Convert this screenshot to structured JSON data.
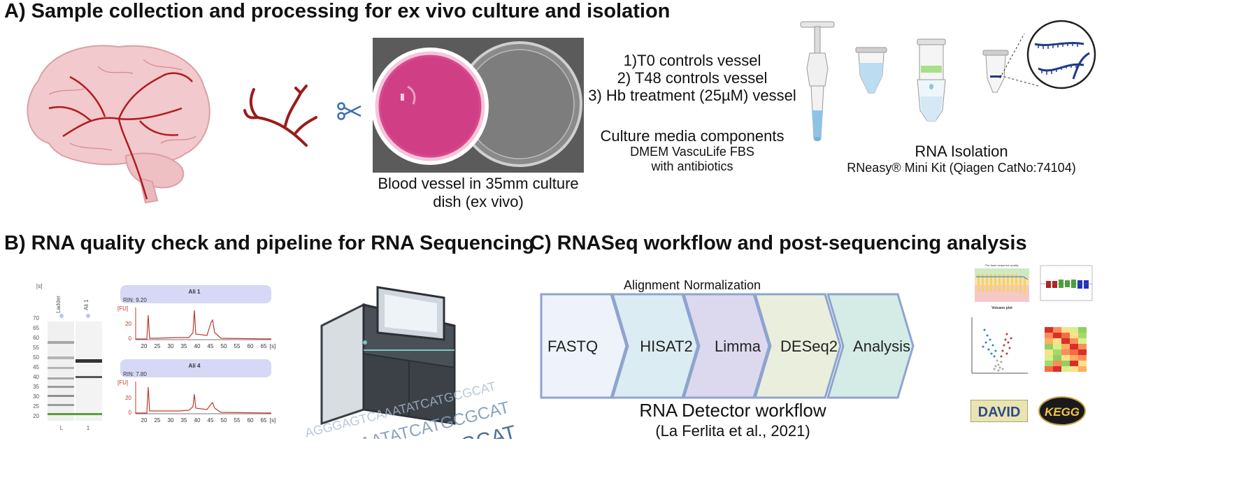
{
  "sections": {
    "a_title": "A) Sample collection and processing for ex vivo culture and isolation",
    "b_title": "B) RNA quality check and pipeline for RNA Sequencing",
    "c_title": "C) RNASeq workflow and post-sequencing analysis"
  },
  "panel_a": {
    "dish_caption_line1": "Blood vessel in 35mm culture",
    "dish_caption_line2": "dish (ex vivo)",
    "conditions": [
      "1)T0 controls vessel",
      "2) T48 controls vessel",
      "3) Hb treatment (25µM) vessel"
    ],
    "media_title": "Culture media components",
    "media_line1": "DMEM  VascuLife FBS",
    "media_line2": "with antibiotics",
    "isolation_title": "RNA Isolation",
    "isolation_kit": "RNeasy® Mini Kit (Qiagen CatNo:74104)"
  },
  "panel_b": {
    "gel_unit": "[s]",
    "gel_lane_labels": [
      "Ladder",
      "Ali 1"
    ],
    "gel_bottom_labels": [
      "L",
      "1"
    ],
    "gel_ticks": [
      "70",
      "65",
      "60",
      "55",
      "50",
      "45",
      "40",
      "35",
      "30",
      "25",
      "20"
    ],
    "traces": [
      {
        "name": "Ali 1",
        "rin": "RIN: 9.20"
      },
      {
        "name": "Ali 4",
        "rin": "RIN: 7.80"
      }
    ],
    "trace_y_unit": "[FU]",
    "trace_y_ticks": [
      "20",
      "0"
    ],
    "trace_x_ticks": [
      "20",
      "25",
      "30",
      "35",
      "40",
      "45",
      "50",
      "55",
      "60",
      "65"
    ],
    "trace_x_unit": "[s]",
    "sequence_text": "AGGGAGTCAAATATCATGCGCAT"
  },
  "panel_c": {
    "pipeline": [
      "FASTQ",
      "HISAT2",
      "Limma",
      "DESeq2",
      "Analysis"
    ],
    "step_label_alignment": "Alignment",
    "step_label_normalization": "Normalization",
    "workflow_title": "RNA Detector workflow",
    "workflow_citation": "(La Ferlita et al., 2021)",
    "mini_plot_titles": [
      "Per base sequence quality",
      "Volcano plot"
    ],
    "logo_david": "DAVID",
    "logo_kegg": "KEGG"
  },
  "colors": {
    "chevron_colors": [
      "#eef2fb",
      "#dcecf3",
      "#dcd9ef",
      "#e9efdc",
      "#d5ece6"
    ],
    "chevron_border": "#8ea4cf",
    "trace_header": "#d6d8f6",
    "trace_line": "#c0392b",
    "vessel": "#9b1b1b",
    "dish_pink": "#d9478d"
  }
}
